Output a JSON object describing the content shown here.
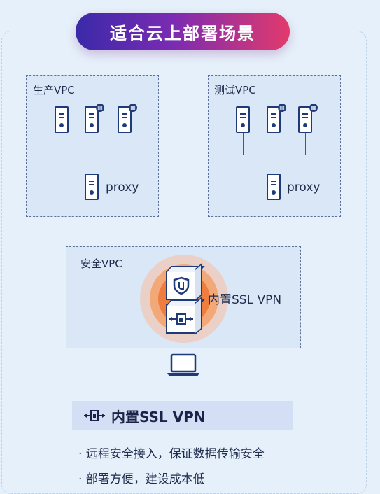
{
  "header": {
    "title": "适合云上部署场景"
  },
  "vpcs": {
    "production": {
      "label": "生产VPC",
      "proxy_label": "proxy"
    },
    "test": {
      "label": "测试VPC",
      "proxy_label": "proxy"
    },
    "security": {
      "label": "安全VPC",
      "vpn_label": "内置SSL VPN"
    }
  },
  "feature": {
    "title": "内置SSL VPN",
    "bullets": [
      "· 远程安全接入，保证数据传输安全",
      "· 部署方便，建设成本低"
    ]
  },
  "colors": {
    "accent_start": "#3a2aa8",
    "accent_end": "#e23a6c",
    "line": "#3b5894",
    "halo": "#ef7d3e"
  }
}
